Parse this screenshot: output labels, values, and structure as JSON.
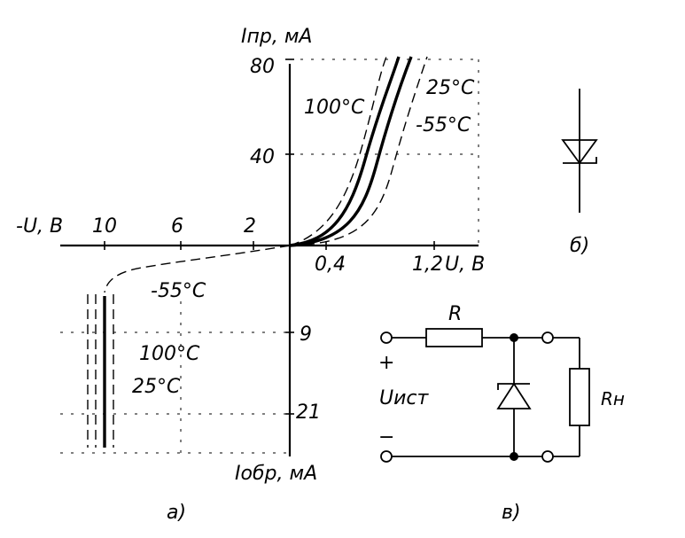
{
  "axes": {
    "y_top_label": "Iпр, мА",
    "y_bottom_label": "Iобр, мА",
    "x_left_label": "-U, B",
    "x_right_label": "U, B"
  },
  "ticks": {
    "y_forward": [
      "80",
      "40"
    ],
    "y_reverse": [
      "9",
      "21"
    ],
    "x_reverse": [
      "10",
      "6",
      "2"
    ],
    "x_forward": [
      "0,4",
      "1,2"
    ]
  },
  "curves": {
    "t_100": "100°C",
    "t_25": "25°C",
    "t_m55": "-55°C",
    "r_m55": "-55°C",
    "r_100": "100°C",
    "r_25": "25°C"
  },
  "captions": {
    "a": "а)",
    "b": "б)",
    "c": "в)"
  },
  "circuit": {
    "resistor": "R",
    "load": "Rн",
    "source": "Uист",
    "plus": "+",
    "minus": "−"
  }
}
